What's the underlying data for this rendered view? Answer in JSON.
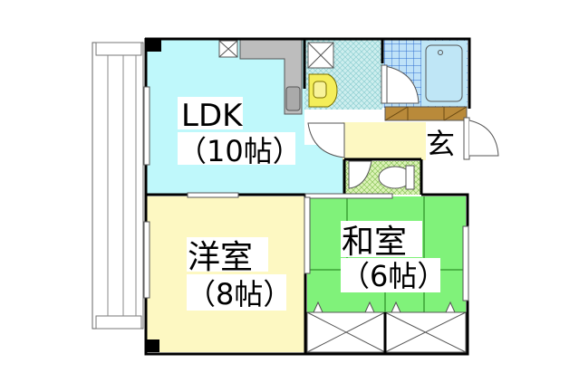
{
  "floorplan": {
    "rooms": [
      {
        "id": "ldk",
        "name": "LDK",
        "size": "（10帖）",
        "color": "#bff8fb"
      },
      {
        "id": "western",
        "name": "洋室",
        "size": "（8帖）",
        "color": "#fdf8c2"
      },
      {
        "id": "japanese",
        "name": "和室",
        "size": "（6帖）",
        "color": "#80f27a"
      },
      {
        "id": "entrance",
        "name": "玄",
        "color": "#fdf8c2"
      },
      {
        "id": "washroom",
        "color": "#cdeeee"
      },
      {
        "id": "bathroom",
        "color": "#bfe6f6"
      },
      {
        "id": "toilet",
        "color": "#d8f1b6"
      }
    ],
    "colors": {
      "wall": "#000000",
      "kitchen_counter": "#bdbdbd",
      "shoe_box": "#b98a3a",
      "washbasin": "#f4ee5a",
      "tile_grid": "#3a7bd5",
      "balcony": "#ffffff"
    }
  }
}
